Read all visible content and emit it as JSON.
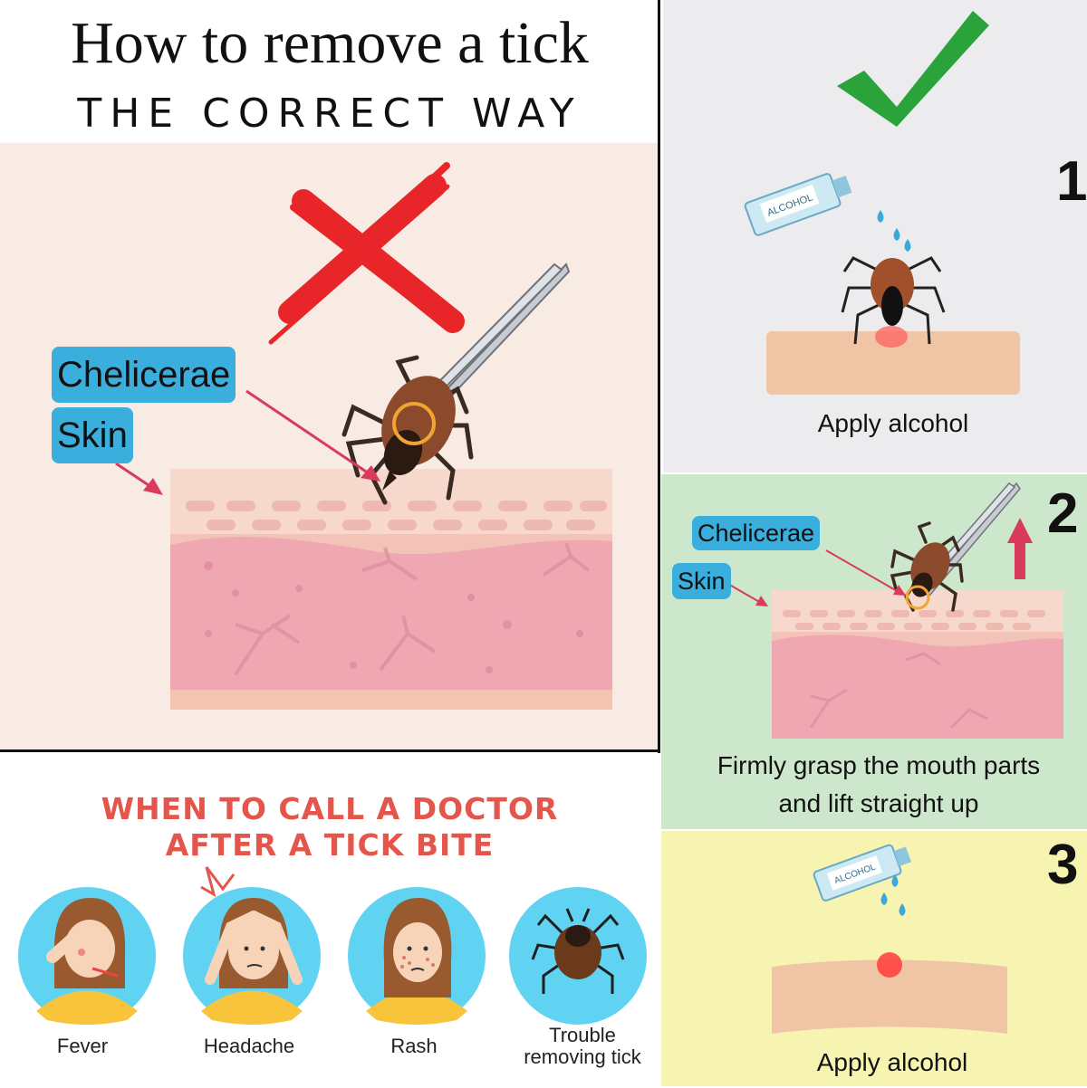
{
  "header": {
    "title": "How to remove a tick",
    "subtitle": "THE CORRECT WAY"
  },
  "wrong_panel": {
    "labels": [
      "Chelicerae",
      "Skin"
    ]
  },
  "steps": [
    {
      "number": "1",
      "bottle_label": "ALCOHOL",
      "caption": "Apply alcohol"
    },
    {
      "number": "2",
      "labels": [
        "Chelicerae",
        "Skin"
      ],
      "caption_line1": "Firmly grasp the mouth parts",
      "caption_line2": "and lift straight up"
    },
    {
      "number": "3",
      "bottle_label": "ALCOHOL",
      "caption": "Apply alcohol"
    }
  ],
  "doctor_section": {
    "title_line1": "WHEN TO CALL A DOCTOR",
    "title_line2": "AFTER A TICK BITE",
    "symptoms": [
      {
        "label": "Fever",
        "icon": "fever-person-icon"
      },
      {
        "label": "Headache",
        "icon": "headache-person-icon"
      },
      {
        "label": "Rash",
        "icon": "rash-person-icon"
      },
      {
        "label_line1": "Trouble",
        "label_line2": "removing tick",
        "icon": "tick-icon"
      }
    ]
  },
  "colors": {
    "check_green": "#2aa33a",
    "cross_red": "#e8262a",
    "label_blue": "#3aafde",
    "doctor_red": "#e4564b",
    "step2_bg": "#cde7cd",
    "step3_bg": "#f6f4b0"
  }
}
